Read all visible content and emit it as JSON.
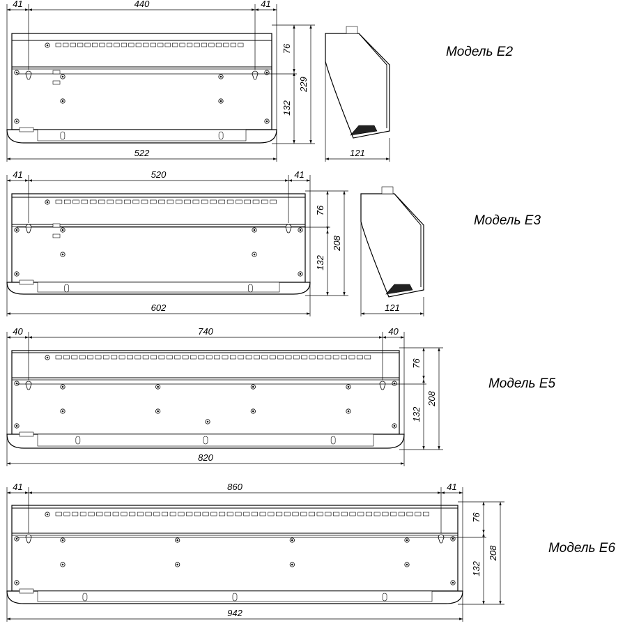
{
  "drawings": [
    {
      "model_label": "Модель E2",
      "dims": {
        "left_offset": "41",
        "hole_spacing": "440",
        "right_offset": "41",
        "top_part": "76",
        "bottom_part": "132",
        "height": "229",
        "width": "522",
        "depth": "121"
      },
      "has_side_view": true,
      "grille_slots": 26,
      "mid_screws": 2
    },
    {
      "model_label": "Модель E3",
      "dims": {
        "left_offset": "41",
        "hole_spacing": "520",
        "right_offset": "41",
        "top_part": "76",
        "bottom_part": "132",
        "height": "208",
        "width": "602",
        "depth": "121"
      },
      "has_side_view": true,
      "grille_slots": 26,
      "mid_screws": 2
    },
    {
      "model_label": "Модель E5",
      "dims": {
        "left_offset": "40",
        "hole_spacing": "740",
        "right_offset": "40",
        "top_part": "76",
        "bottom_part": "132",
        "height": "208",
        "width": "820"
      },
      "has_side_view": false,
      "grille_slots": 40,
      "mid_screws": 4
    },
    {
      "model_label": "Модель E6",
      "dims": {
        "left_offset": "41",
        "hole_spacing": "860",
        "right_offset": "41",
        "top_part": "76",
        "bottom_part": "132",
        "height": "208",
        "width": "942"
      },
      "has_side_view": false,
      "grille_slots": 46,
      "mid_screws": 4
    }
  ]
}
